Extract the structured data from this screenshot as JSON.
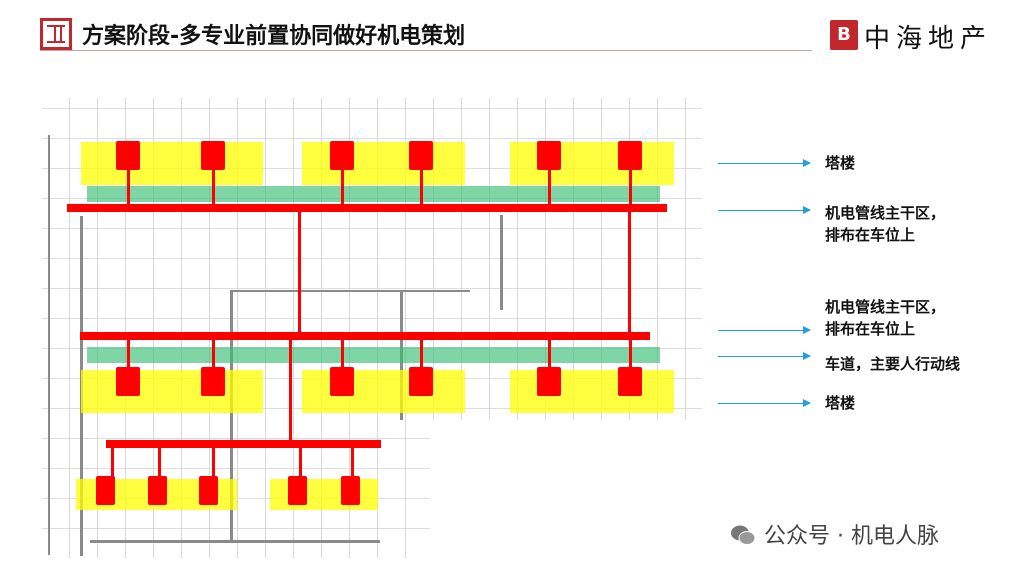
{
  "header": {
    "title": "方案阶段-多专业前置协同做好机电策划",
    "brand_name": "中海地产",
    "brand_mark": "B"
  },
  "legend": [
    {
      "label": "塔楼"
    },
    {
      "label": "机电管线主干区，",
      "label2": "排布在车位上"
    },
    {
      "label": "机电管线主干区，",
      "label2": "排布在车位上"
    },
    {
      "label": "车道，主要人行动线"
    },
    {
      "label": "塔楼"
    }
  ],
  "colors": {
    "tower": "#ffff00",
    "mep_trunk": "#ff0000",
    "driveway": "#3cbe78",
    "arrow": "#1fa0e0",
    "brand": "#c0282d"
  },
  "watermark": "公众号 · 机电人脉"
}
